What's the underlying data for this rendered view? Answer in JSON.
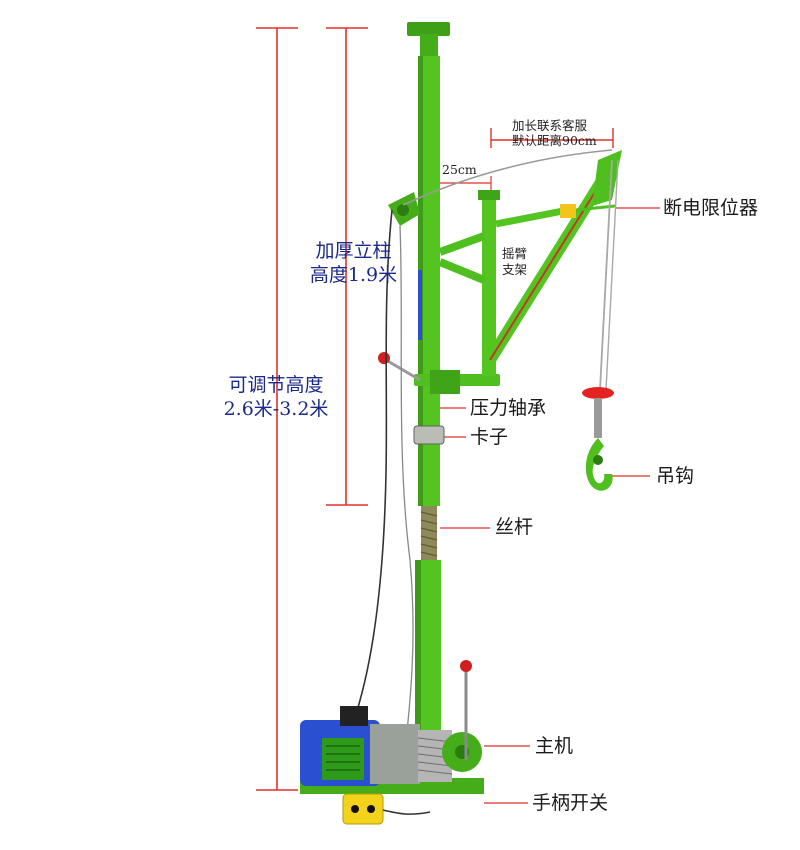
{
  "labels": {
    "adjustable_height": "可调节高度",
    "adjustable_range": "2.6米-3.2米",
    "column_title": "加厚立柱",
    "column_height": "高度1.9米",
    "extension_line1": "加长联系客服",
    "extension_line2": "默认距离90cm",
    "gap": "25cm",
    "swing_arm_line1": "摇臂",
    "swing_arm_line2": "支架",
    "limit_switch": "断电限位器",
    "pressure_bearing": "压力轴承",
    "clamp": "卡子",
    "hook": "吊钩",
    "lead_screw": "丝杆",
    "main_unit": "主机",
    "handle_switch": "手柄开关"
  },
  "colors": {
    "crane_green": "#4fbf1f",
    "crane_green_dark": "#2f8a12",
    "dimension_red": "#e0322b",
    "motor_blue": "#2a4fd0",
    "switch_yellow": "#f2d21a",
    "hook_red": "#e32222",
    "label_blue": "#1b2a8a"
  }
}
